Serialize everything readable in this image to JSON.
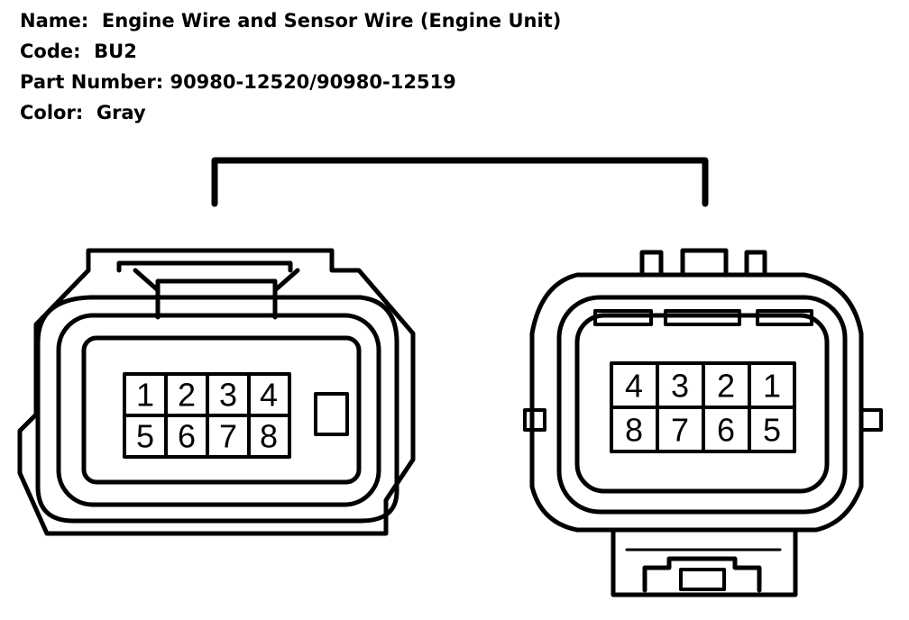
{
  "header": {
    "name_label": "Name:",
    "name_value": "Engine Wire and Sensor Wire (Engine Unit)",
    "code_label": "Code:",
    "code_value": "BU2",
    "part_label": "Part Number:",
    "part_value": "90980-12520/90980-12519",
    "color_label": "Color:",
    "color_value": "Gray"
  },
  "left_connector": {
    "pins_top": [
      "1",
      "2",
      "3",
      "4"
    ],
    "pins_bottom": [
      "5",
      "6",
      "7",
      "8"
    ]
  },
  "right_connector": {
    "pins_top": [
      "4",
      "3",
      "2",
      "1"
    ],
    "pins_bottom": [
      "8",
      "7",
      "6",
      "5"
    ]
  },
  "colors": {
    "line": "#000000",
    "background": "#ffffff"
  }
}
